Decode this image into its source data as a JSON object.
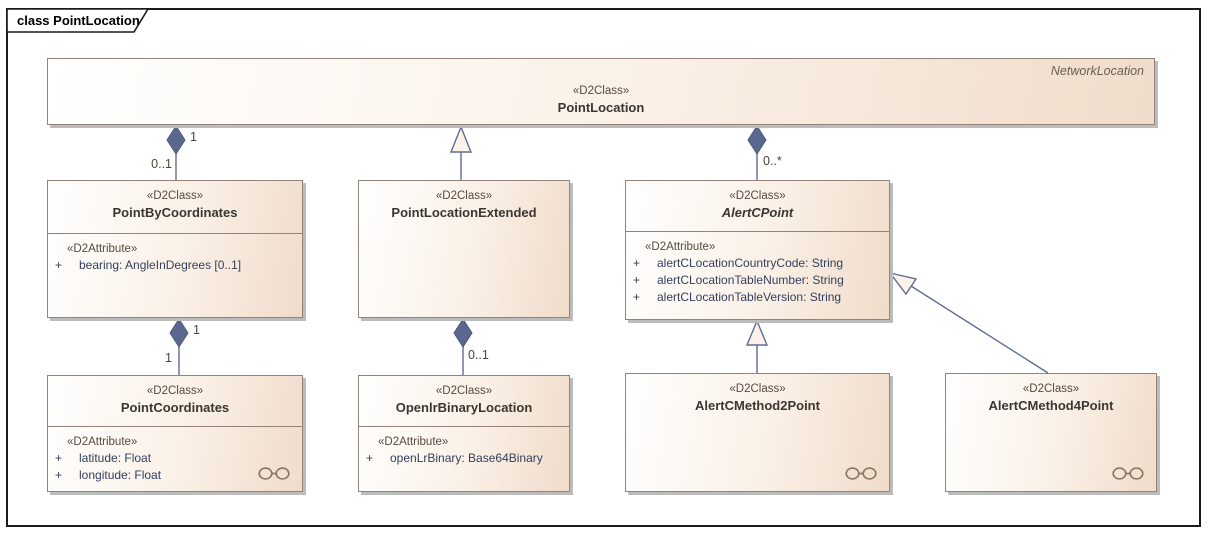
{
  "frame": {
    "title": "class PointLocation"
  },
  "colors": {
    "box_fill_left": "#fffefd",
    "box_fill_right": "#f0dcca",
    "box_border": "#94827b",
    "connector": "#5f6d94",
    "diamond_fill": "#5a6890",
    "generalization_arrow_fill": "#fdf2e9",
    "stereotype_text": "#594a3f",
    "name_text": "#3a3631",
    "attribute_text": "#333f5e",
    "multiplicity_text": "#4d443b",
    "frame_border": "#1b1b1b"
  },
  "classes": {
    "pointLocation": {
      "stereotype": "«D2Class»",
      "name": "PointLocation",
      "annotation": "NetworkLocation"
    },
    "pointByCoordinates": {
      "stereotype": "«D2Class»",
      "name": "PointByCoordinates",
      "attr_stereotype": "«D2Attribute»",
      "attributes": [
        {
          "vis": "+",
          "text": "bearing: AngleInDegrees [0..1]"
        }
      ]
    },
    "pointLocationExtended": {
      "stereotype": "«D2Class»",
      "name": "PointLocationExtended"
    },
    "alertCPoint": {
      "stereotype": "«D2Class»",
      "name": "AlertCPoint",
      "abstract": true,
      "attr_stereotype": "«D2Attribute»",
      "attributes": [
        {
          "vis": "+",
          "text": "alertCLocationCountryCode: String"
        },
        {
          "vis": "+",
          "text": "alertCLocationTableNumber: String"
        },
        {
          "vis": "+",
          "text": "alertCLocationTableVersion: String"
        }
      ]
    },
    "pointCoordinates": {
      "stereotype": "«D2Class»",
      "name": "PointCoordinates",
      "attr_stereotype": "«D2Attribute»",
      "attributes": [
        {
          "vis": "+",
          "text": "latitude: Float"
        },
        {
          "vis": "+",
          "text": "longitude: Float"
        }
      ],
      "icon": "chain-link-icon"
    },
    "openlrBinaryLocation": {
      "stereotype": "«D2Class»",
      "name": "OpenlrBinaryLocation",
      "attr_stereotype": "«D2Attribute»",
      "attributes": [
        {
          "vis": "+",
          "text": "openLrBinary: Base64Binary"
        }
      ]
    },
    "alertCMethod2Point": {
      "stereotype": "«D2Class»",
      "name": "AlertCMethod2Point",
      "icon": "chain-link-icon"
    },
    "alertCMethod4Point": {
      "stereotype": "«D2Class»",
      "name": "AlertCMethod4Point",
      "icon": "chain-link-icon"
    }
  },
  "connectors": [
    {
      "type": "composition",
      "source": "PointLocation",
      "target": "PointByCoordinates",
      "source_mult": "1",
      "target_mult": "0..1"
    },
    {
      "type": "generalization",
      "source": "PointLocationExtended",
      "target": "PointLocation"
    },
    {
      "type": "composition",
      "source": "PointLocation",
      "target": "AlertCPoint",
      "target_mult": "0..*"
    },
    {
      "type": "composition",
      "source": "PointByCoordinates",
      "target": "PointCoordinates",
      "source_mult": "1",
      "target_mult": "1"
    },
    {
      "type": "composition",
      "source": "PointLocationExtended",
      "target": "OpenlrBinaryLocation",
      "target_mult": "0..1"
    },
    {
      "type": "generalization",
      "source": "AlertCMethod2Point",
      "target": "AlertCPoint"
    },
    {
      "type": "generalization",
      "source": "AlertCMethod4Point",
      "target": "AlertCPoint"
    }
  ]
}
